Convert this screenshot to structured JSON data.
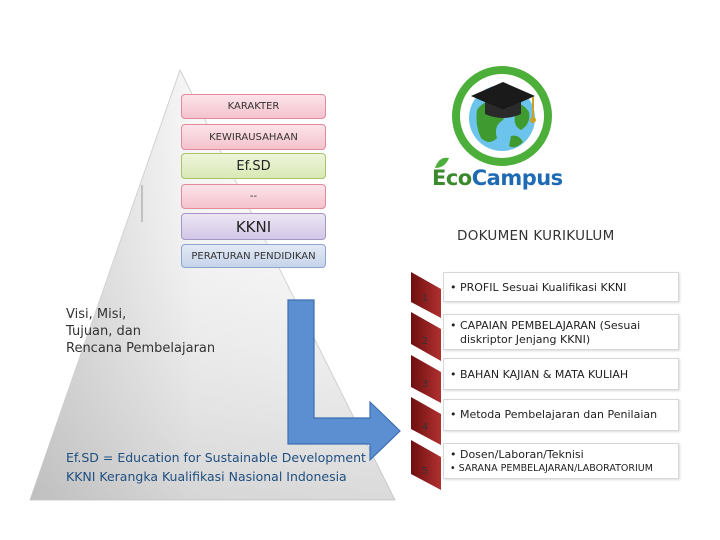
{
  "pyramid": {
    "layers": [
      "KARAKTER",
      "KEWIRAUSAHAAN",
      "Ef.SD",
      "--",
      "KKNI",
      "PERATURAN PENDIDIKAN"
    ]
  },
  "visi_text": [
    "Visi, Misi,",
    "Tujuan, dan",
    "Rencana Pembelajaran"
  ],
  "legend": {
    "efsd": "Ef.SD = Education for Sustainable Development",
    "kkni": "KKNI Kerangka Kualifikasi Nasional Indonesia"
  },
  "logo": {
    "eco": "Eco",
    "campus": "Campus"
  },
  "dokumen_title": "DOKUMEN KURIKULUM",
  "items": [
    {
      "num": "1",
      "lines": [
        "• PROFIL Sesuai Kualifikasi KKNI"
      ]
    },
    {
      "num": "2",
      "lines": [
        "• CAPAIAN PEMBELAJARAN (Sesuai",
        "diskriptor Jenjang KKNI)"
      ]
    },
    {
      "num": "3",
      "lines": [
        "• BAHAN KAJIAN & MATA KULIAH"
      ]
    },
    {
      "num": "4",
      "lines": [
        "• Metoda Pembelajaran dan Penilaian"
      ]
    },
    {
      "num": "5",
      "lines": [
        "• Dosen/Laboran/Teknisi",
        "• SARANA PEMBELAJARAN/LABORATORIUM"
      ]
    }
  ],
  "colors": {
    "arrow_fill": "#5b8fd1",
    "arrow_stroke": "#3d6fb0",
    "chevron": "#8c1d1d",
    "legend_text": "#1f4f80"
  }
}
